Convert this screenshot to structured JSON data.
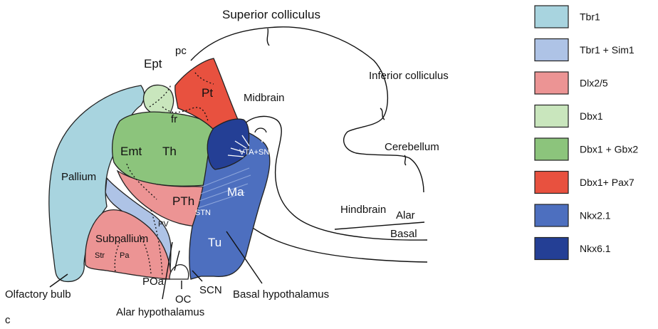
{
  "panel_letter": "c",
  "labels": {
    "superior_colliculus": "Superior colliculus",
    "inferior_colliculus": "Inferior colliculus",
    "midbrain": "Midbrain",
    "cerebellum": "Cerebellum",
    "hindbrain": "Hindbrain",
    "alar": "Alar",
    "basal": "Basal",
    "pc": "pc",
    "ept": "Ept",
    "pt": "Pt",
    "fr": "fr",
    "emt": "Emt",
    "th": "Th",
    "pallium": "Pallium",
    "pth": "PTh",
    "vta_snc": "VTA+SNc",
    "ma": "Ma",
    "stn": "STN",
    "pv": "PV",
    "subpallium": "Subpallium",
    "str": "Str",
    "pa": "Pa",
    "tu": "Tu",
    "poa": "POa",
    "oc": "OC",
    "scn": "SCN",
    "olfactory_bulb": "Olfactory bulb",
    "alar_hypothalamus": "Alar hypothalamus",
    "basal_hypothalamus": "Basal hypothalamus"
  },
  "legend": [
    {
      "label": "Tbr1",
      "color": "#a8d4df"
    },
    {
      "label": "Tbr1 + Sim1",
      "color": "#aec3e6"
    },
    {
      "label": "Dlx2/5",
      "color": "#ec9494"
    },
    {
      "label": "Dbx1",
      "color": "#c9e6bd"
    },
    {
      "label": "Dbx1 + Gbx2",
      "color": "#8cc47c"
    },
    {
      "label": "Dbx1+ Pax7",
      "color": "#e8513f"
    },
    {
      "label": "Nkx2.1",
      "color": "#4d6fbf"
    },
    {
      "label": "Nkx6.1",
      "color": "#243f95"
    }
  ]
}
